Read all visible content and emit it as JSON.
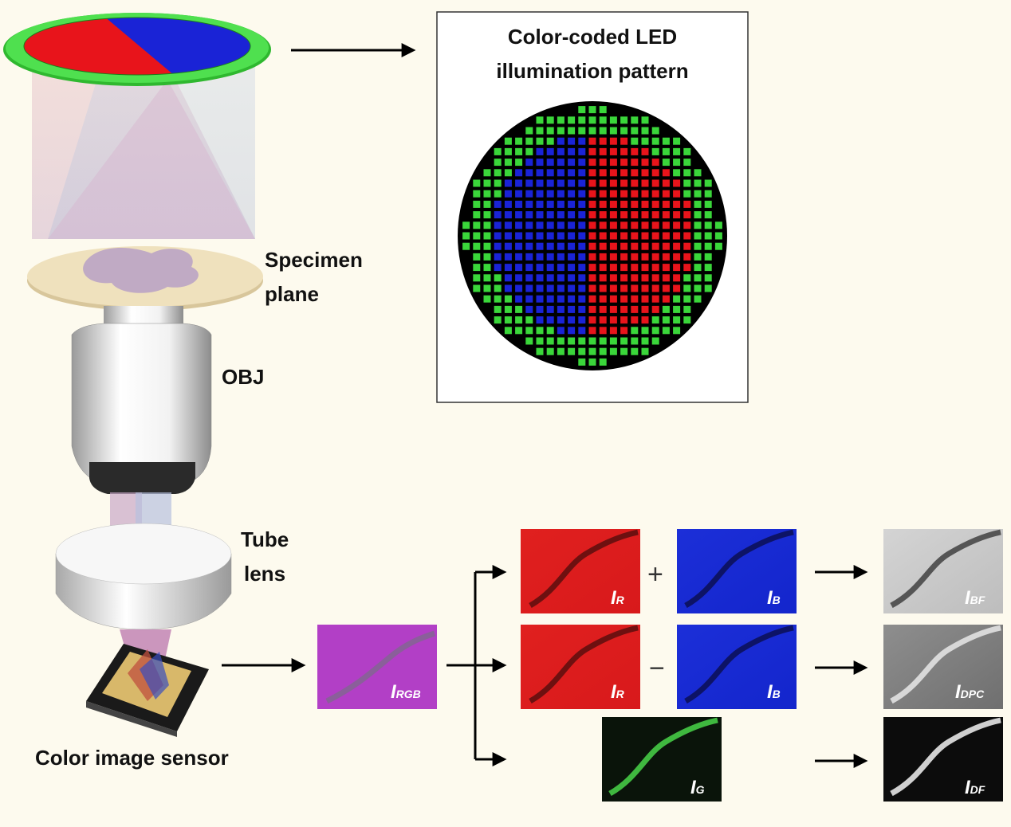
{
  "legend_box": {
    "title_line1": "Color-coded  LED",
    "title_line2": "illumination  pattern"
  },
  "labels": {
    "specimen_line1": "Specimen",
    "specimen_line2": "plane",
    "objective": "OBJ",
    "tube_line1": "Tube",
    "tube_line2": "lens",
    "sensor": "Color image sensor"
  },
  "images": {
    "rgb": {
      "main": "I",
      "sub": "RGB"
    },
    "r1": {
      "main": "I",
      "sub": "R"
    },
    "b1": {
      "main": "I",
      "sub": "B"
    },
    "bf": {
      "main": "I",
      "sub": "BF"
    },
    "r2": {
      "main": "I",
      "sub": "R"
    },
    "b2": {
      "main": "I",
      "sub": "B"
    },
    "dpc": {
      "main": "I",
      "sub": "DPC"
    },
    "g": {
      "main": "I",
      "sub": "G"
    },
    "df": {
      "main": "I",
      "sub": "DF"
    }
  },
  "operators": {
    "plus": "+",
    "minus": "−"
  },
  "colors": {
    "led_red": "#e8141b",
    "led_blue": "#1a23d6",
    "led_green": "#3ad63a",
    "background": "#fdfaee"
  }
}
